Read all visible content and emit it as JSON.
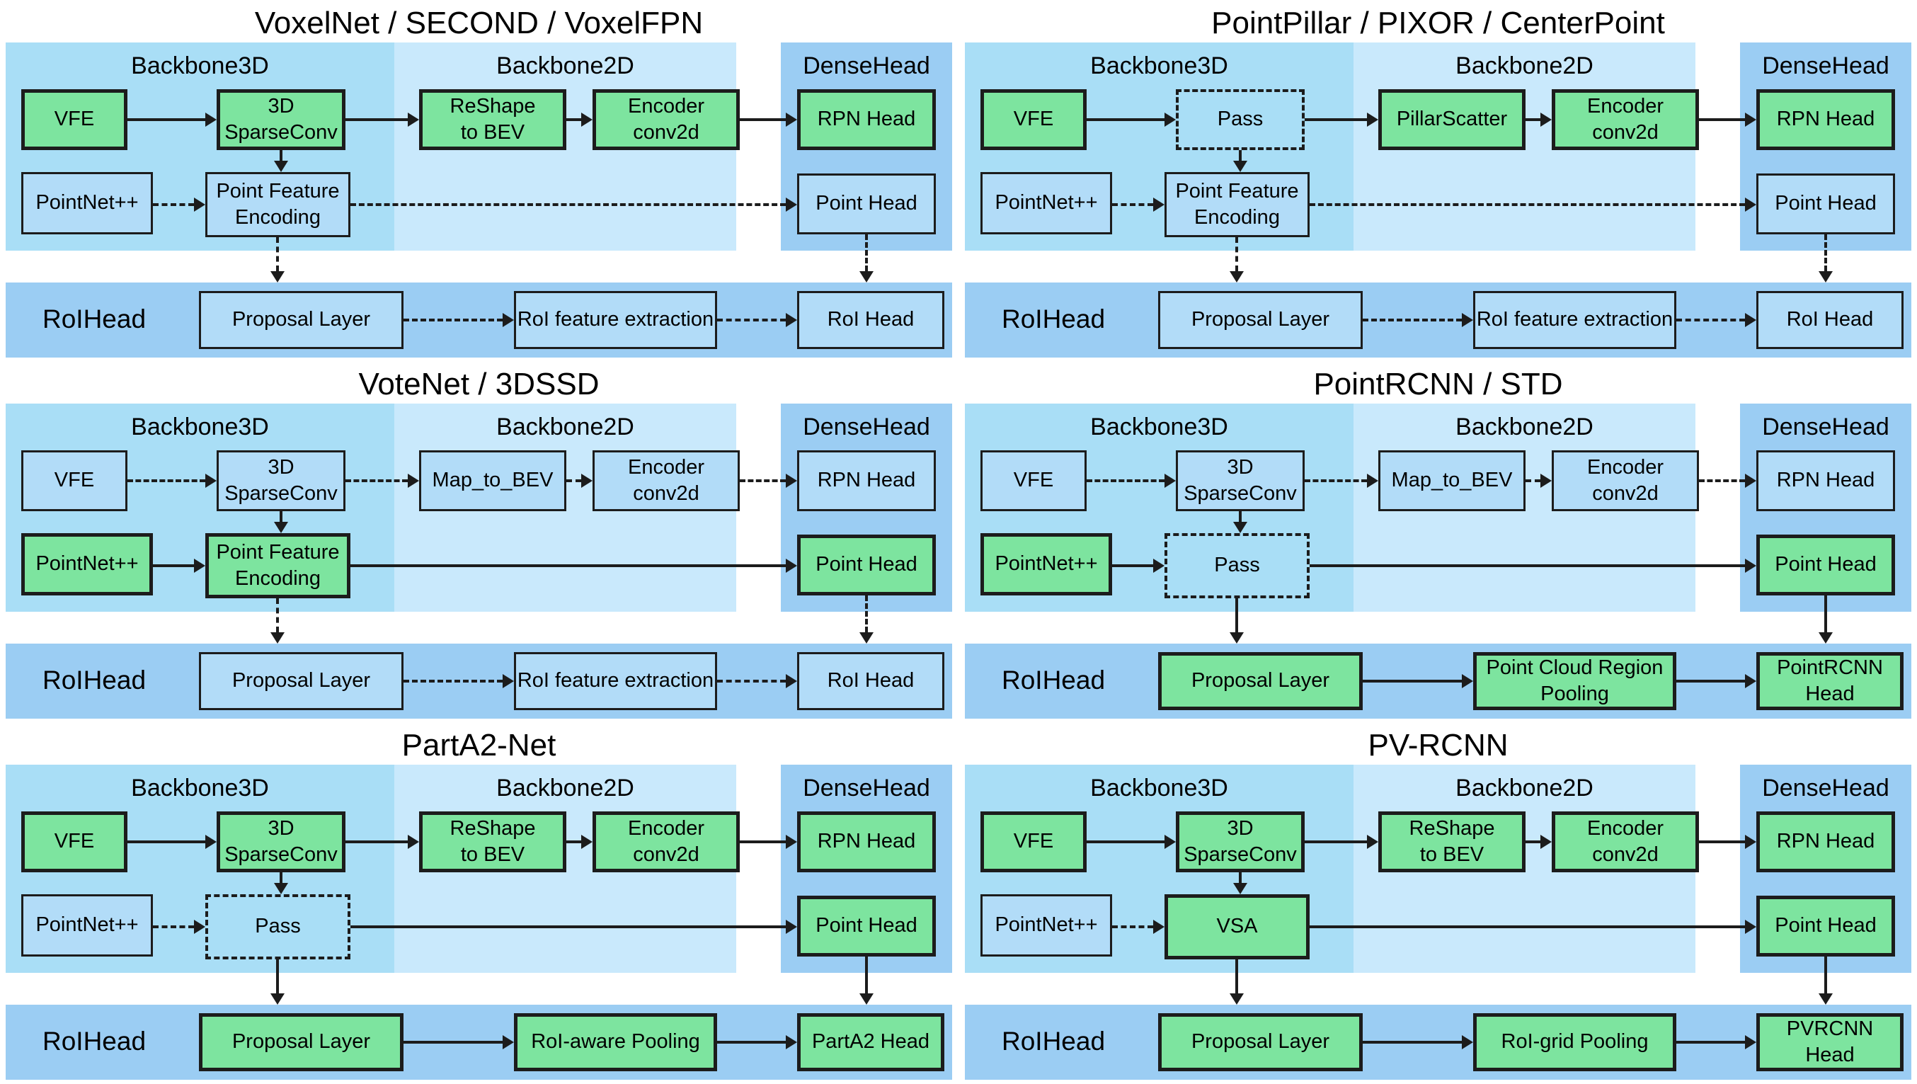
{
  "colors": {
    "backbone3d_bg": "#a9def6",
    "backbone2d_bg": "#c9e9fc",
    "head_bg": "#9bcdf3",
    "active_box_green": "#7de49f",
    "inactive_box_blue": "#b2dcf8",
    "line": "#1c1c1c"
  },
  "panels": [
    {
      "title": "VoxelNet / SECOND / VoxelFPN",
      "sections": {
        "backbone3d": "Backbone3D",
        "backbone2d": "Backbone2D",
        "densehead": "DenseHead",
        "roihead": "RoIHead"
      },
      "boxes": {
        "vfe": {
          "label": "VFE",
          "variant": "green"
        },
        "mid3d": {
          "label": "3D\nSparseConv",
          "variant": "green"
        },
        "bev": {
          "label": "ReShape\nto BEV",
          "variant": "green"
        },
        "encoder": {
          "label": "Encoder\nconv2d",
          "variant": "green"
        },
        "rpn": {
          "label": "RPN Head",
          "variant": "green"
        },
        "pointnet": {
          "label": "PointNet++",
          "variant": "plain"
        },
        "pfe": {
          "label": "Point Feature\nEncoding",
          "variant": "plain"
        },
        "pointhead": {
          "label": "Point Head",
          "variant": "plain"
        },
        "proposal": {
          "label": "Proposal Layer",
          "variant": "plain"
        },
        "roipool": {
          "label": "RoI feature extraction",
          "variant": "plain"
        },
        "roihead": {
          "label": "RoI Head",
          "variant": "plain"
        }
      },
      "arrows": {
        "vfe_mid3d": "solid",
        "mid3d_bev": "solid",
        "bev_encoder": "solid",
        "encoder_rpn": "solid",
        "pointnet_pfe": "dashed",
        "pfe_pointhead": "dashed",
        "mid3d_pfe": "dashed",
        "pfe_proposal": "dashed",
        "pointhead_roihead": "dashed",
        "proposal_roipool": "dashed",
        "roipool_roihead": "dashed"
      }
    },
    {
      "title": "PointPillar / PIXOR / CenterPoint",
      "sections": {
        "backbone3d": "Backbone3D",
        "backbone2d": "Backbone2D",
        "densehead": "DenseHead",
        "roihead": "RoIHead"
      },
      "boxes": {
        "vfe": {
          "label": "VFE",
          "variant": "green"
        },
        "mid3d": {
          "label": "Pass",
          "variant": "dashed"
        },
        "bev": {
          "label": "PillarScatter",
          "variant": "green"
        },
        "encoder": {
          "label": "Encoder\nconv2d",
          "variant": "green"
        },
        "rpn": {
          "label": "RPN Head",
          "variant": "green"
        },
        "pointnet": {
          "label": "PointNet++",
          "variant": "plain"
        },
        "pfe": {
          "label": "Point Feature\nEncoding",
          "variant": "plain"
        },
        "pointhead": {
          "label": "Point Head",
          "variant": "plain"
        },
        "proposal": {
          "label": "Proposal Layer",
          "variant": "plain"
        },
        "roipool": {
          "label": "RoI feature extraction",
          "variant": "plain"
        },
        "roihead": {
          "label": "RoI Head",
          "variant": "plain"
        }
      },
      "arrows": {
        "vfe_mid3d": "solid",
        "mid3d_bev": "solid",
        "bev_encoder": "solid",
        "encoder_rpn": "solid",
        "pointnet_pfe": "dashed",
        "pfe_pointhead": "dashed",
        "mid3d_pfe": "dashed",
        "pfe_proposal": "dashed",
        "pointhead_roihead": "dashed",
        "proposal_roipool": "dashed",
        "roipool_roihead": "dashed"
      }
    },
    {
      "title": "VoteNet / 3DSSD",
      "sections": {
        "backbone3d": "Backbone3D",
        "backbone2d": "Backbone2D",
        "densehead": "DenseHead",
        "roihead": "RoIHead"
      },
      "boxes": {
        "vfe": {
          "label": "VFE",
          "variant": "plain"
        },
        "mid3d": {
          "label": "3D\nSparseConv",
          "variant": "plain"
        },
        "bev": {
          "label": "Map_to_BEV",
          "variant": "plain"
        },
        "encoder": {
          "label": "Encoder\nconv2d",
          "variant": "plain"
        },
        "rpn": {
          "label": "RPN Head",
          "variant": "plain"
        },
        "pointnet": {
          "label": "PointNet++",
          "variant": "green"
        },
        "pfe": {
          "label": "Point Feature\nEncoding",
          "variant": "green"
        },
        "pointhead": {
          "label": "Point Head",
          "variant": "green"
        },
        "proposal": {
          "label": "Proposal Layer",
          "variant": "plain"
        },
        "roipool": {
          "label": "RoI feature extraction",
          "variant": "plain"
        },
        "roihead": {
          "label": "RoI Head",
          "variant": "plain"
        }
      },
      "arrows": {
        "vfe_mid3d": "dashed",
        "mid3d_bev": "dashed",
        "bev_encoder": "dashed",
        "encoder_rpn": "dashed",
        "pointnet_pfe": "solid",
        "pfe_pointhead": "solid",
        "mid3d_pfe": "dashed",
        "pfe_proposal": "dashed",
        "pointhead_roihead": "dashed",
        "proposal_roipool": "dashed",
        "roipool_roihead": "dashed"
      }
    },
    {
      "title": "PointRCNN / STD",
      "sections": {
        "backbone3d": "Backbone3D",
        "backbone2d": "Backbone2D",
        "densehead": "DenseHead",
        "roihead": "RoIHead"
      },
      "boxes": {
        "vfe": {
          "label": "VFE",
          "variant": "plain"
        },
        "mid3d": {
          "label": "3D\nSparseConv",
          "variant": "plain"
        },
        "bev": {
          "label": "Map_to_BEV",
          "variant": "plain"
        },
        "encoder": {
          "label": "Encoder\nconv2d",
          "variant": "plain"
        },
        "rpn": {
          "label": "RPN Head",
          "variant": "plain"
        },
        "pointnet": {
          "label": "PointNet++",
          "variant": "green"
        },
        "pfe": {
          "label": "Pass",
          "variant": "dashed"
        },
        "pointhead": {
          "label": "Point Head",
          "variant": "green"
        },
        "proposal": {
          "label": "Proposal Layer",
          "variant": "green"
        },
        "roipool": {
          "label": "Point Cloud Region\nPooling",
          "variant": "green"
        },
        "roihead": {
          "label": "PointRCNN\nHead",
          "variant": "green"
        }
      },
      "arrows": {
        "vfe_mid3d": "dashed",
        "mid3d_bev": "dashed",
        "bev_encoder": "dashed",
        "encoder_rpn": "dashed",
        "pointnet_pfe": "solid",
        "pfe_pointhead": "solid",
        "mid3d_pfe": "dashed",
        "pfe_proposal": "solid",
        "pointhead_roihead": "solid",
        "proposal_roipool": "solid",
        "roipool_roihead": "solid"
      }
    },
    {
      "title": "PartA2-Net",
      "sections": {
        "backbone3d": "Backbone3D",
        "backbone2d": "Backbone2D",
        "densehead": "DenseHead",
        "roihead": "RoIHead"
      },
      "boxes": {
        "vfe": {
          "label": "VFE",
          "variant": "green"
        },
        "mid3d": {
          "label": "3D\nSparseConv",
          "variant": "green"
        },
        "bev": {
          "label": "ReShape\nto BEV",
          "variant": "green"
        },
        "encoder": {
          "label": "Encoder\nconv2d",
          "variant": "green"
        },
        "rpn": {
          "label": "RPN Head",
          "variant": "green"
        },
        "pointnet": {
          "label": "PointNet++",
          "variant": "plain"
        },
        "pfe": {
          "label": "Pass",
          "variant": "dashed"
        },
        "pointhead": {
          "label": "Point Head",
          "variant": "green"
        },
        "proposal": {
          "label": "Proposal Layer",
          "variant": "green"
        },
        "roipool": {
          "label": "RoI-aware Pooling",
          "variant": "green"
        },
        "roihead": {
          "label": "PartA2 Head",
          "variant": "green"
        }
      },
      "arrows": {
        "vfe_mid3d": "solid",
        "mid3d_bev": "solid",
        "bev_encoder": "solid",
        "encoder_rpn": "solid",
        "pointnet_pfe": "dashed",
        "pfe_pointhead": "solid",
        "mid3d_pfe": "solid",
        "pfe_proposal": "solid",
        "pointhead_roihead": "solid",
        "proposal_roipool": "solid",
        "roipool_roihead": "solid"
      }
    },
    {
      "title": "PV-RCNN",
      "sections": {
        "backbone3d": "Backbone3D",
        "backbone2d": "Backbone2D",
        "densehead": "DenseHead",
        "roihead": "RoIHead"
      },
      "boxes": {
        "vfe": {
          "label": "VFE",
          "variant": "green"
        },
        "mid3d": {
          "label": "3D\nSparseConv",
          "variant": "green"
        },
        "bev": {
          "label": "ReShape\nto BEV",
          "variant": "green"
        },
        "encoder": {
          "label": "Encoder\nconv2d",
          "variant": "green"
        },
        "rpn": {
          "label": "RPN Head",
          "variant": "green"
        },
        "pointnet": {
          "label": "PointNet++",
          "variant": "plain"
        },
        "pfe": {
          "label": "VSA",
          "variant": "green"
        },
        "pointhead": {
          "label": "Point Head",
          "variant": "green"
        },
        "proposal": {
          "label": "Proposal Layer",
          "variant": "green"
        },
        "roipool": {
          "label": "RoI-grid Pooling",
          "variant": "green"
        },
        "roihead": {
          "label": "PVRCNN\nHead",
          "variant": "green"
        }
      },
      "arrows": {
        "vfe_mid3d": "solid",
        "mid3d_bev": "solid",
        "bev_encoder": "solid",
        "encoder_rpn": "solid",
        "pointnet_pfe": "dashed",
        "pfe_pointhead": "solid",
        "mid3d_pfe": "solid",
        "pfe_proposal": "solid",
        "pointhead_roihead": "solid",
        "proposal_roipool": "solid",
        "roipool_roihead": "solid"
      }
    }
  ]
}
